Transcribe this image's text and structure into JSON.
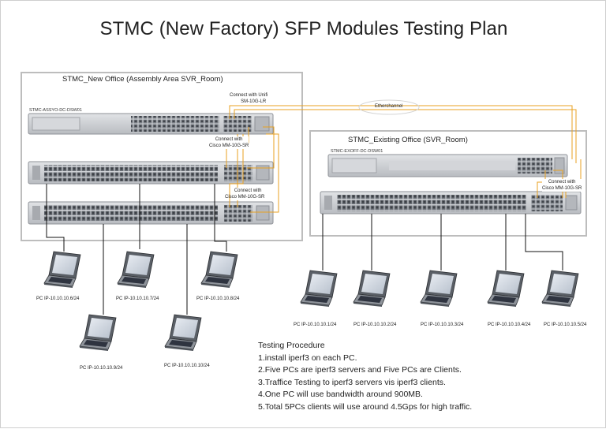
{
  "title": "STMC (New Factory) SFP Modules Testing Plan",
  "new_office": {
    "label": "STMC_New Office (Assembly Area SVR_Room)",
    "core_switch_name": "STMC-ASSYO-DC-DSW01",
    "conn_unifi": [
      "Connect with Unifi",
      "SM-10G-LR"
    ],
    "conn_cisco_1": [
      "Connect with",
      "Cisco MM-10G-SR"
    ],
    "conn_cisco_2": [
      "Connect with",
      "Cisco MM-10G-SR"
    ]
  },
  "existing_office": {
    "label": "STMC_Existing Office (SVR_Room)",
    "core_switch_name": "STMC-EXOFF-DC-DSW01",
    "conn_cisco": [
      "Connect with",
      "Cisco MM-10G-SR"
    ]
  },
  "etherchannel_label": "Etherchannel",
  "pcs_new": [
    "PC IP-10.10.10.6/24",
    "PC IP-10.10.10.7/24",
    "PC IP-10.10.10.8/24",
    "PC IP-10.10.10.9/24",
    "PC IP-10.10.10.10/24"
  ],
  "pcs_existing": [
    "PC IP-10.10.10.1/24",
    "PC IP-10.10.10.2/24",
    "PC IP-10.10.10.3/24",
    "PC IP-10.10.10.4/24",
    "PC IP-10.10.10.5/24"
  ],
  "procedure": {
    "heading": "Testing Procedure",
    "steps": [
      "1.install iperf3 on each PC.",
      "2.Five PCs are iperf3 servers and Five PCs are Clients.",
      "3.Traffice Testing to iperf3 servers vis iperf3 clients.",
      "4.One PC will use bandwidth around 900MB.",
      "5.Total 5PCs clients will use around 4.5Gps for high traffic."
    ]
  },
  "colors": {
    "link_black": "#111111",
    "link_orange": "#e8a020",
    "region_border": "#bdbdbd",
    "switch_body": "#c9ccd1"
  }
}
